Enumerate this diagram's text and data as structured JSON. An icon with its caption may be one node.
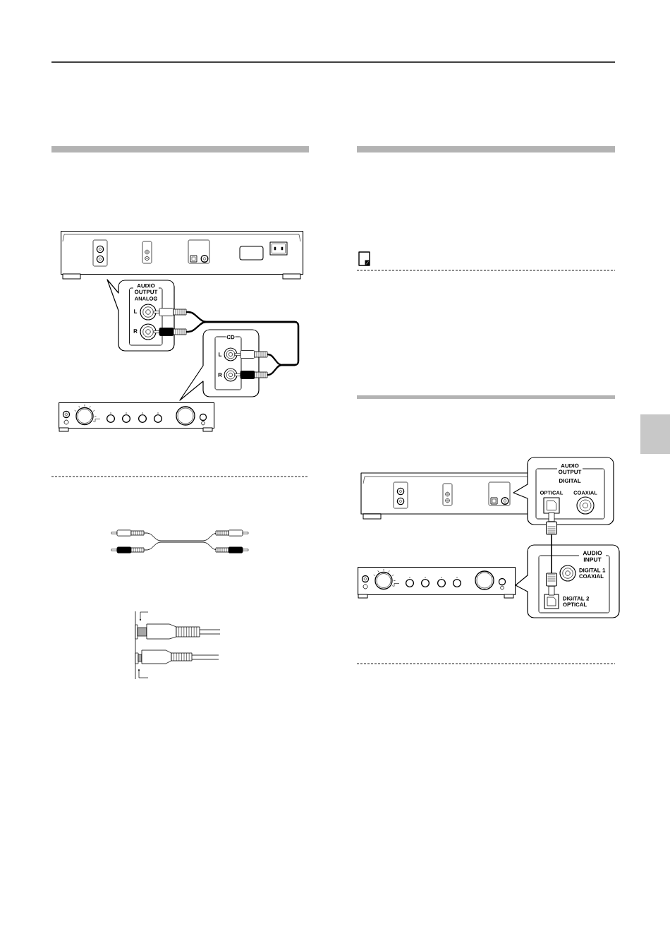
{
  "diagram": {
    "nodes": [
      {
        "text": [],
        "shape": "picture"
      },
      {
        "text": [
          "AUDIO OUTPUT",
          "ANALOG"
        ]
      },
      {
        "text": [],
        "shape": "circle",
        "in": 1,
        "beside": [
          "L"
        ]
      },
      {
        "text": [],
        "shape": "circle",
        "in": 1,
        "beside": [
          "R"
        ]
      },
      {
        "text": [
          "CD"
        ]
      },
      {
        "text": [],
        "shape": "circle",
        "in": 4,
        "beside": [
          "L"
        ]
      },
      {
        "text": [],
        "shape": "circle",
        "in": 4,
        "beside": [
          "R"
        ]
      },
      {
        "text": [],
        "shape": "picture"
      },
      {
        "text": [],
        "shape": "picture"
      },
      {
        "text": [
          "AUDIO OUTPUT",
          "DIGITAL"
        ]
      },
      {
        "text": [],
        "shape": "box",
        "in": 9,
        "beside": [
          "OPTICAL"
        ]
      },
      {
        "text": [],
        "shape": "circle",
        "in": 9,
        "beside": [
          "COAXIAL"
        ]
      },
      {
        "text": [],
        "shape": "picture"
      },
      {
        "text": [
          "AUDIO INPUT"
        ]
      },
      {
        "text": [],
        "shape": "circle",
        "in": 13,
        "beside": [
          "DIGITAL 1 COAXIAL"
        ]
      },
      {
        "text": [],
        "shape": "box",
        "in": 13,
        "beside": [
          "DIGITAL 2 OPTICAL"
        ]
      }
    ],
    "edges": [
      {
        "from": 2,
        "to": 5,
        "arrow": "other"
      },
      {
        "from": 3,
        "to": 6,
        "arrow": "other"
      },
      {
        "from": 10,
        "to": 15,
        "arrow": "other"
      }
    ]
  }
}
